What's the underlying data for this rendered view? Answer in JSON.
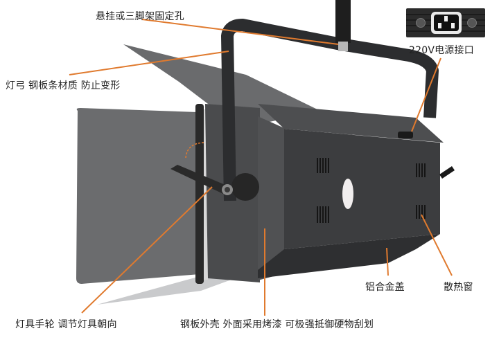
{
  "image": {
    "subject": "studio-light-fixture",
    "background_color": "#ffffff",
    "leader_line_color": "#e07a2e",
    "body_color": "#3a3b3d",
    "barndoor_color": "#5e5f61"
  },
  "inset": {
    "name": "power-socket-closeup",
    "caption": "220V电源接口"
  },
  "callouts": [
    {
      "id": "mount-hole",
      "text": "悬挂或三脚架固定孔"
    },
    {
      "id": "yoke",
      "text": "灯弓 钢板条材质 防止变形"
    },
    {
      "id": "power",
      "text": "220V电源接口"
    },
    {
      "id": "hand-wheel",
      "text": "灯具手轮 调节灯具朝向"
    },
    {
      "id": "shell",
      "text": "钢板外壳 外面采用烤漆 可极强抵御硬物刮划"
    },
    {
      "id": "cover",
      "text": "铝合金盖"
    },
    {
      "id": "vent",
      "text": "散热窗"
    }
  ]
}
